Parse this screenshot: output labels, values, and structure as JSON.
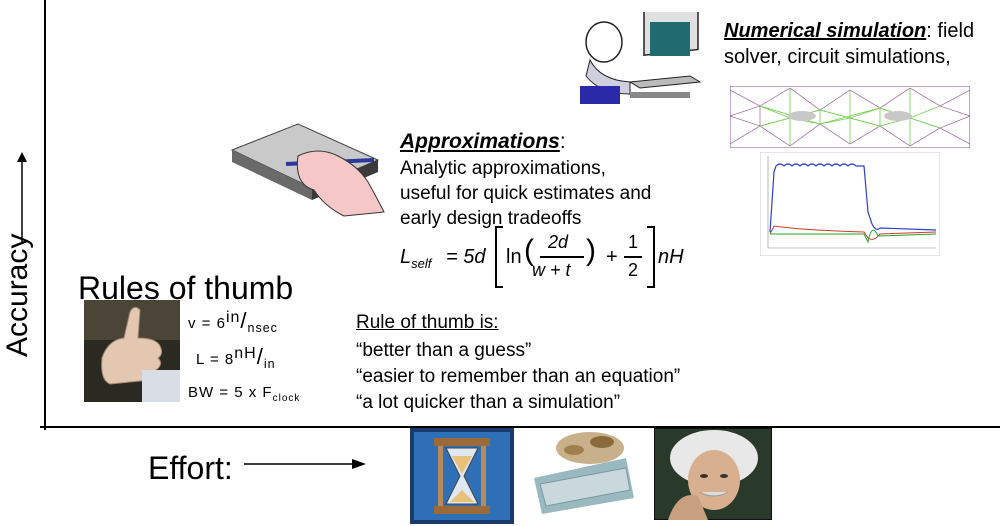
{
  "axes": {
    "y_label": "Accuracy",
    "x_label": "Effort:"
  },
  "rules_of_thumb": {
    "title": "Rules of thumb",
    "formula_v": {
      "lhs": "v = 6",
      "num": "in",
      "den": "nsec"
    },
    "formula_l": {
      "lhs": "L = 8",
      "num": "nH",
      "den": "in"
    },
    "formula_bw": {
      "lhs": "BW = 5 x F",
      "sub": "clock"
    }
  },
  "rule_box": {
    "heading": "Rule of thumb is:",
    "lines": [
      "“better than a guess”",
      "“easier to remember than an equation”",
      "“a lot quicker than a simulation”"
    ]
  },
  "approximations": {
    "title": "Approximations",
    "title_suffix": ":",
    "body_lines": [
      "Analytic approximations,",
      "useful for quick estimates and",
      "early design tradeoffs"
    ],
    "equation": {
      "lhs": "L",
      "lhs_sub": "self",
      "eq": "= 5d",
      "ln": "ln",
      "frac1_num": "2d",
      "frac1_den": "w + t",
      "plus": "+",
      "frac2_num": "1",
      "frac2_den": "2",
      "unit": "nH"
    }
  },
  "numerical": {
    "title": "Numerical simulation",
    "title_suffix": ": field",
    "line2": "solver, circuit simulations,"
  },
  "colors": {
    "hourglass_frame": "#1a3a6b",
    "hourglass_bg": "#2f6fb6",
    "sand": "#e8c27a",
    "mesh_green": "#6fcf4a",
    "mesh_purple": "#8a4a8a",
    "plot_blue": "#2a3fd0",
    "plot_red": "#d03a2a",
    "plot_green": "#2aa02a"
  }
}
